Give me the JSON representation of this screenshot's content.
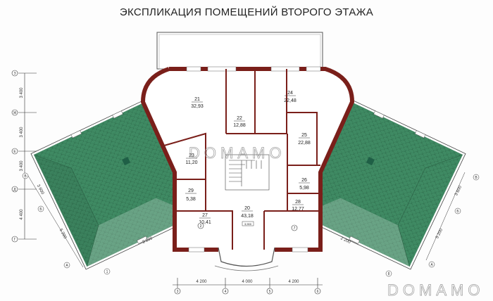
{
  "title": "ЭКСПЛИКАЦИЯ ПОМЕЩЕНИЙ ВТОРОГО ЭТАЖА",
  "watermark": "DOMAMO",
  "colors": {
    "wall": "#7a1f1a",
    "roof": "#3f8a63",
    "roof_light": "#6aa887",
    "line": "#333333"
  },
  "rooms": [
    {
      "number": "21",
      "area": "32,93"
    },
    {
      "number": "22",
      "area": "12,88"
    },
    {
      "number": "23",
      "area": "11,20"
    },
    {
      "number": "24",
      "area": "22,48"
    },
    {
      "number": "25",
      "area": "22,88"
    },
    {
      "number": "26",
      "area": "5,98"
    },
    {
      "number": "27",
      "area": "10,41"
    },
    {
      "number": "28",
      "area": "12,77"
    },
    {
      "number": "29",
      "area": "5,38"
    },
    {
      "number": "20",
      "area": "43,18"
    }
  ],
  "elevation_mark": "3,900",
  "section_marks": [
    "2",
    "7"
  ],
  "left_axes": {
    "labels": [
      "З",
      "Ж",
      "Е",
      "Д",
      "Г"
    ],
    "dims": [
      "3 400",
      "3 400",
      "3 400",
      "4 400"
    ]
  },
  "bottom_axes": {
    "labels": [
      "3",
      "4",
      "5",
      "6"
    ],
    "dims": [
      "4 200",
      "4 000",
      "4 200"
    ]
  },
  "left_wing": {
    "axes": [
      "В",
      "Б",
      "А",
      "1"
    ],
    "dims": [
      "3 600",
      "5 200",
      "2 200"
    ]
  },
  "right_wing": {
    "axes": [
      "В",
      "Б",
      "А",
      "8"
    ],
    "dims": [
      "3 600",
      "5 200",
      "2 200"
    ]
  }
}
